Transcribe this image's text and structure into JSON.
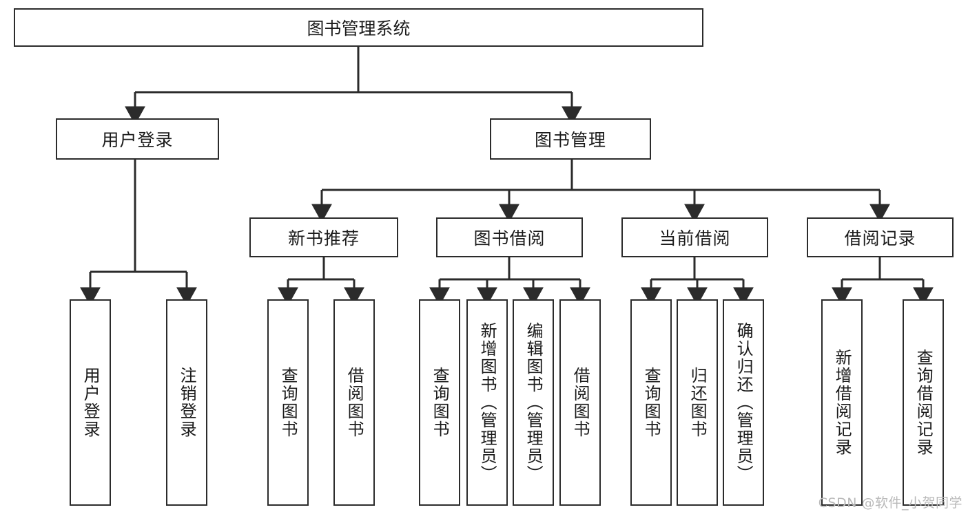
{
  "diagram": {
    "type": "tree",
    "title": "图书管理系统",
    "style": {
      "box_border": "#2b2b2b",
      "box_fill": "#ffffff",
      "line": "#2b2b2b",
      "text": "#1b1b1b",
      "watermark": "#b9b9b9"
    },
    "nodes": {
      "root": {
        "label": "图书管理系统",
        "level": 0,
        "orientation": "horizontal"
      },
      "l1_0": {
        "label": "用户登录",
        "level": 1,
        "orientation": "horizontal"
      },
      "l1_1": {
        "label": "图书管理",
        "level": 1,
        "orientation": "horizontal"
      },
      "l2_0": {
        "label": "新书推荐",
        "level": 2,
        "orientation": "horizontal"
      },
      "l2_1": {
        "label": "图书借阅",
        "level": 2,
        "orientation": "horizontal"
      },
      "l2_2": {
        "label": "当前借阅",
        "level": 2,
        "orientation": "horizontal"
      },
      "l2_3": {
        "label": "借阅记录",
        "level": 2,
        "orientation": "horizontal"
      },
      "leaf_login_0": {
        "label": "用户登录",
        "level": 3,
        "orientation": "vertical"
      },
      "leaf_login_1": {
        "label": "注销登录",
        "level": 3,
        "orientation": "vertical"
      },
      "leaf_new_0": {
        "label": "查询图书",
        "level": 3,
        "orientation": "vertical"
      },
      "leaf_new_1": {
        "label": "借阅图书",
        "level": 3,
        "orientation": "vertical"
      },
      "leaf_bor_0": {
        "label": "查询图书",
        "level": 3,
        "orientation": "vertical"
      },
      "leaf_bor_1": {
        "label": "新增图书（管理员）",
        "level": 3,
        "orientation": "vertical"
      },
      "leaf_bor_2": {
        "label": "编辑图书（管理员）",
        "level": 3,
        "orientation": "vertical"
      },
      "leaf_bor_3": {
        "label": "借阅图书",
        "level": 3,
        "orientation": "vertical"
      },
      "leaf_cur_0": {
        "label": "查询图书",
        "level": 3,
        "orientation": "vertical"
      },
      "leaf_cur_1": {
        "label": "归还图书",
        "level": 3,
        "orientation": "vertical"
      },
      "leaf_cur_2": {
        "label": "确认归还（管理员）",
        "level": 3,
        "orientation": "vertical"
      },
      "leaf_rec_0": {
        "label": "新增借阅记录",
        "level": 3,
        "orientation": "vertical"
      },
      "leaf_rec_1": {
        "label": "查询借阅记录",
        "level": 3,
        "orientation": "vertical"
      }
    },
    "edges": [
      {
        "from": "root",
        "to": "l1_0"
      },
      {
        "from": "root",
        "to": "l1_1"
      },
      {
        "from": "l1_0",
        "to": "leaf_login_0"
      },
      {
        "from": "l1_0",
        "to": "leaf_login_1"
      },
      {
        "from": "l1_1",
        "to": "l2_0"
      },
      {
        "from": "l1_1",
        "to": "l2_1"
      },
      {
        "from": "l1_1",
        "to": "l2_2"
      },
      {
        "from": "l1_1",
        "to": "l2_3"
      },
      {
        "from": "l2_0",
        "to": "leaf_new_0"
      },
      {
        "from": "l2_0",
        "to": "leaf_new_1"
      },
      {
        "from": "l2_1",
        "to": "leaf_bor_0"
      },
      {
        "from": "l2_1",
        "to": "leaf_bor_1"
      },
      {
        "from": "l2_1",
        "to": "leaf_bor_2"
      },
      {
        "from": "l2_1",
        "to": "leaf_bor_3"
      },
      {
        "from": "l2_2",
        "to": "leaf_cur_0"
      },
      {
        "from": "l2_2",
        "to": "leaf_cur_1"
      },
      {
        "from": "l2_2",
        "to": "leaf_cur_2"
      },
      {
        "from": "l2_3",
        "to": "leaf_rec_0"
      },
      {
        "from": "l2_3",
        "to": "leaf_rec_1"
      }
    ]
  },
  "watermark": {
    "text": "CSDN @软件_小贺同学"
  }
}
